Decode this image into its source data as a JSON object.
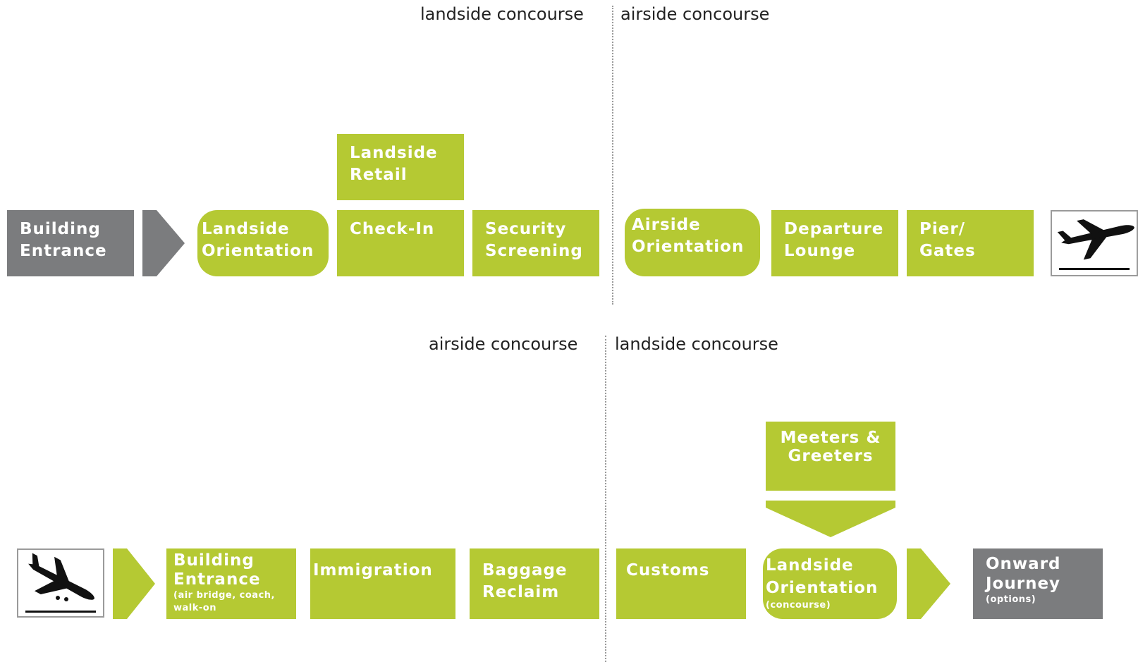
{
  "departures": {
    "zone_left": "landside concourse",
    "zone_right": "airside concourse",
    "building_entrance": "Building Entrance",
    "landside_orientation": "Landside Orientation",
    "landside_retail": "Landside Retail",
    "check_in": "Check-In",
    "security_screening": "Security Screening",
    "airside_orientation": "Airside Orientation",
    "departure_lounge": "Departure Lounge",
    "pier_gates": "Pier/ Gates",
    "end_icon": "plane-takeoff-icon"
  },
  "arrivals": {
    "zone_left": "airside concourse",
    "zone_right": "landside concourse",
    "start_icon": "plane-landing-icon",
    "building_entrance": "Building Entrance",
    "building_entrance_note": "(air bridge, coach, walk-on",
    "immigration": "Immigration",
    "baggage_reclaim": "Baggage Reclaim",
    "customs": "Customs",
    "meeters_greeters": "Meeters & Greeters",
    "landside_orientation": "Landside Orientation",
    "landside_orientation_note": "(concourse)",
    "onward_journey": "Onward Journey",
    "onward_journey_note": "(options)"
  },
  "colors": {
    "green": "#b5c933",
    "grey": "#7b7c7e",
    "text": "#ffffff"
  }
}
